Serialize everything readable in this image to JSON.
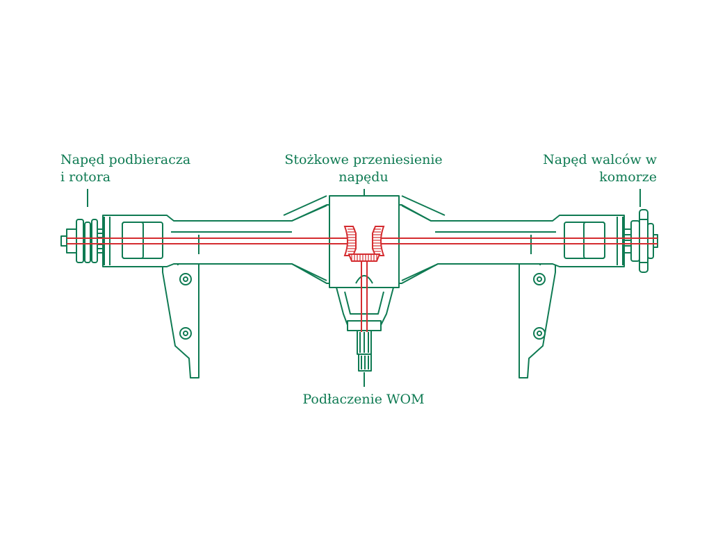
{
  "labels": {
    "left": [
      "Napęd podbieracza",
      "i rotora"
    ],
    "center": [
      "Stożkowe przeniesienie",
      "napędu"
    ],
    "right": [
      "Napęd walców w",
      "komorze"
    ],
    "bottom": [
      "Podłaczenie WOM"
    ]
  },
  "colors": {
    "housing": "#0e7a52",
    "drive_path": "#d42b2f",
    "background": "#ffffff"
  }
}
